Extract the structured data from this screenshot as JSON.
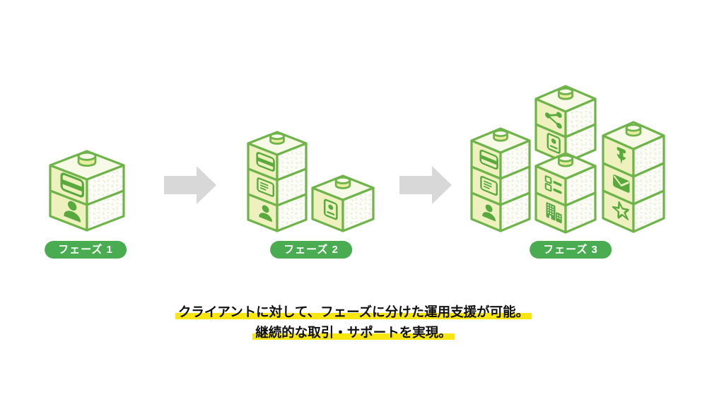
{
  "colors": {
    "accent_green": "#6fb44a",
    "icon_green": "#58aa3e",
    "pill_green": "#4aac50",
    "pill_text": "#ffffff",
    "face_left": "#eef0be",
    "face_top": "#f8fae8",
    "face_right": "#fdfdf7",
    "texture": "#e9ecdb",
    "cylinder_side": "#e8eda0",
    "arrow_gray": "#d8d8d8",
    "highlight_yellow": "#f8e611",
    "text_black": "#111111",
    "background": "#ffffff"
  },
  "phases": [
    {
      "label": "フェーズ 1",
      "stacks": [
        {
          "icons": [
            "card",
            "person"
          ]
        }
      ]
    },
    {
      "label": "フェーズ 2",
      "stacks": [
        {
          "icons": [
            "card",
            "document",
            "person"
          ]
        },
        {
          "icons": [
            "id-badge"
          ]
        }
      ]
    },
    {
      "label": "フェーズ 3",
      "stacks": [
        {
          "icons": [
            "card",
            "document",
            "person"
          ]
        },
        {
          "icons": [
            "share",
            "id-badge"
          ]
        },
        {
          "icons": [
            "checklist",
            "building"
          ]
        },
        {
          "icons": [
            "pushpin",
            "envelope",
            "star"
          ]
        }
      ]
    }
  ],
  "arrows": [
    {
      "icon": "right-arrow"
    },
    {
      "icon": "right-arrow"
    }
  ],
  "caption": {
    "line1": "クライアントに対して、フェーズに分けた運用支援が可能。",
    "line2": "継続的な取引・サポートを実現。"
  }
}
